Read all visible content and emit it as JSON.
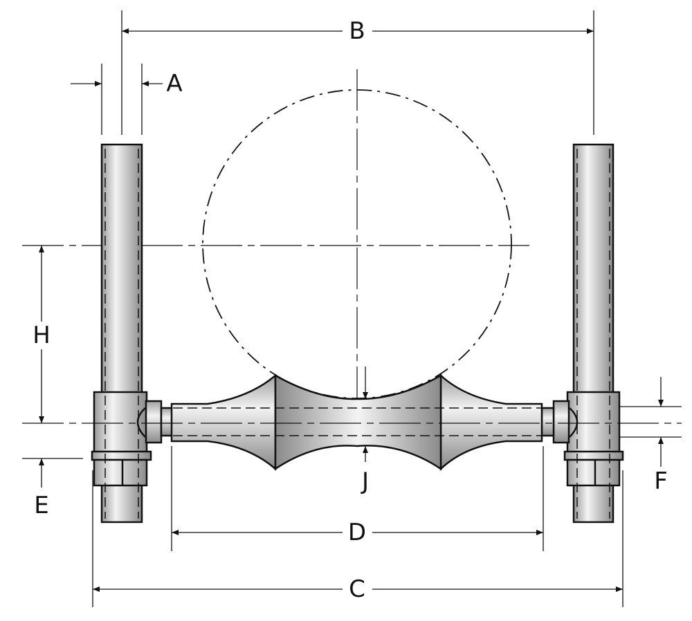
{
  "diagram": {
    "labels": {
      "A": "A",
      "B": "B",
      "C": "C",
      "D": "D",
      "E": "E",
      "F": "F",
      "H": "H",
      "J": "J"
    },
    "colors": {
      "line": "#111111",
      "metal_light": "#f2f2f2",
      "metal_dark": "#8a8a8a"
    }
  }
}
